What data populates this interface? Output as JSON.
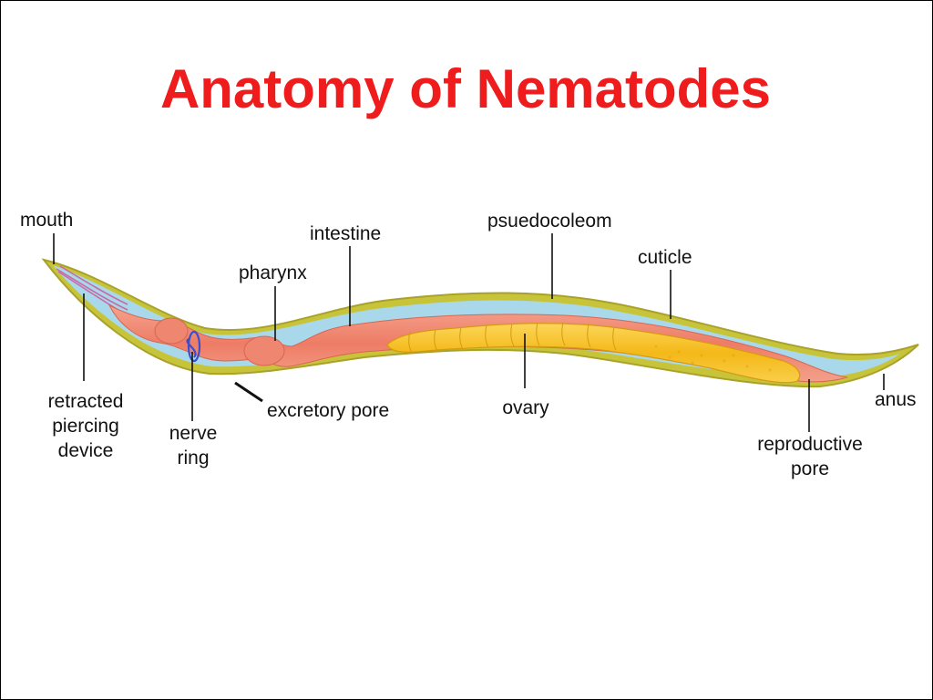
{
  "title": "Anatomy of Nematodes",
  "colors": {
    "title": "#ee1c1c",
    "cuticle": "#c8c43a",
    "pseudocoelom": "#a9d8ea",
    "gut": "#f08a74",
    "ovary": "#f6c31c",
    "nerve": "#3a4fd0",
    "leader": "#111111"
  },
  "labels": {
    "mouth": "mouth",
    "retracted_1": "retracted",
    "retracted_2": "piercing",
    "retracted_3": "device",
    "pharynx": "pharynx",
    "nerve_1": "nerve",
    "nerve_2": "ring",
    "excretory_pore": "excretory pore",
    "intestine": "intestine",
    "psuedocoleom": "psuedocoleom",
    "ovary": "ovary",
    "cuticle": "cuticle",
    "reproductive_1": "reproductive",
    "reproductive_2": "pore",
    "anus": "anus"
  }
}
